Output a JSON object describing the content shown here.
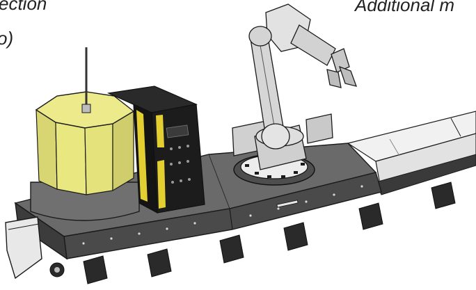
{
  "captions": {
    "left_line1": "ection",
    "left_line2": "o)",
    "right": "Additional m"
  },
  "colors": {
    "background": "#ffffff",
    "tank_yellow": "#e7e57a",
    "tank_band": "#6f6f6f",
    "cabinet": "#1b1b1b",
    "cabinet_accent": "#e3cf31",
    "track_rail": "#ededed",
    "base_plate": "#5c5c5c",
    "robot_arm": "#d9d9d9",
    "line": "#1a1a1a"
  },
  "icons": {
    "robot_arm": "industrial-robot-arm-icon",
    "tank": "octagonal-drum-icon",
    "cabinet": "welding-cabinet-icon"
  }
}
